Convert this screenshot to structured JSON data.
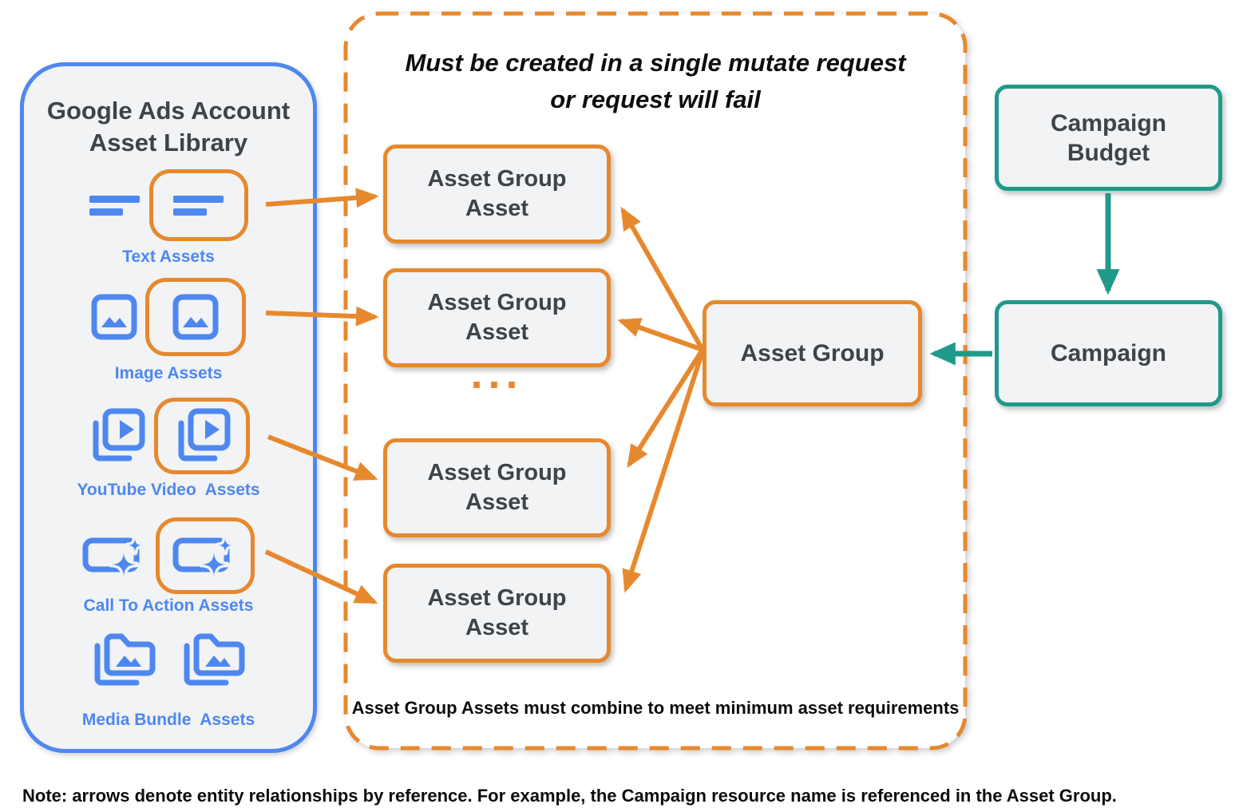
{
  "left_panel": {
    "title_line1": "Google Ads Account",
    "title_line2": "Asset Library",
    "items": [
      {
        "label": "Text Assets",
        "icon": "text-asset-icon"
      },
      {
        "label": "Image Assets",
        "icon": "image-asset-icon"
      },
      {
        "label": "YouTube Video  Assets",
        "icon": "youtube-video-asset-icon"
      },
      {
        "label": "Call To Action Assets",
        "icon": "call-to-action-asset-icon"
      },
      {
        "label": "Media Bundle  Assets",
        "icon": "media-bundle-asset-icon"
      }
    ]
  },
  "mutate_panel": {
    "title_line1": "Must be created in a single mutate request",
    "title_line2": "or request will fail",
    "boxes": [
      {
        "line1": "Asset Group",
        "line2": "Asset"
      },
      {
        "line1": "Asset Group",
        "line2": "Asset"
      },
      {
        "line1": "Asset Group",
        "line2": "Asset"
      },
      {
        "line1": "Asset Group",
        "line2": "Asset"
      }
    ],
    "ellipsis": "...",
    "footnote": "Asset Group Assets must combine to meet minimum asset requirements"
  },
  "asset_group": {
    "label": "Asset Group"
  },
  "campaign_budget": {
    "line1": "Campaign",
    "line2": "Budget"
  },
  "campaign": {
    "label": "Campaign"
  },
  "note": "Note: arrows denote entity relationships by reference. For example, the Campaign resource name is referenced in the Asset Group.",
  "colors": {
    "orange": "#E6892E",
    "blue": "#4E87F0",
    "teal": "#1F9A8A",
    "box_fill": "#F1F3F4",
    "dark_text": "#3F4349"
  }
}
